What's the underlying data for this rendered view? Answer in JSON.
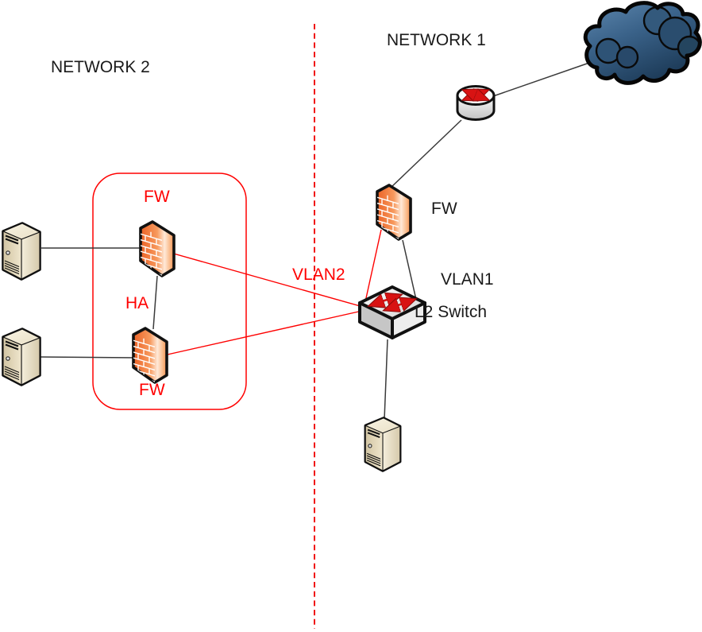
{
  "diagram": {
    "network2": {
      "label": "NETWORK 2",
      "fw_primary_label": "FW",
      "ha_label": "HA",
      "fw_secondary_label": "FW",
      "vlan_label": "VLAN2"
    },
    "network1": {
      "label": "NETWORK 1",
      "fw_label": "FW",
      "vlan_label": "VLAN1",
      "switch_label": "L2 Switch"
    },
    "icons": {
      "cloud": "cloud-icon",
      "router": "router-icon",
      "firewall_network1": "firewall-icon",
      "firewall_network2_primary": "firewall-icon",
      "firewall_network2_secondary": "firewall-icon",
      "l2_switch": "switch-icon",
      "server_network2_a": "server-icon",
      "server_network2_b": "server-icon",
      "server_network1": "server-icon"
    },
    "colors": {
      "accent_red": "#ff0000",
      "text": "#1a1a1a",
      "firewall_orange": "#f4833f",
      "cloud_blue": "#2e5579",
      "server_beige": "#d9cdb0",
      "switch_gray": "#d9d9d9"
    }
  }
}
